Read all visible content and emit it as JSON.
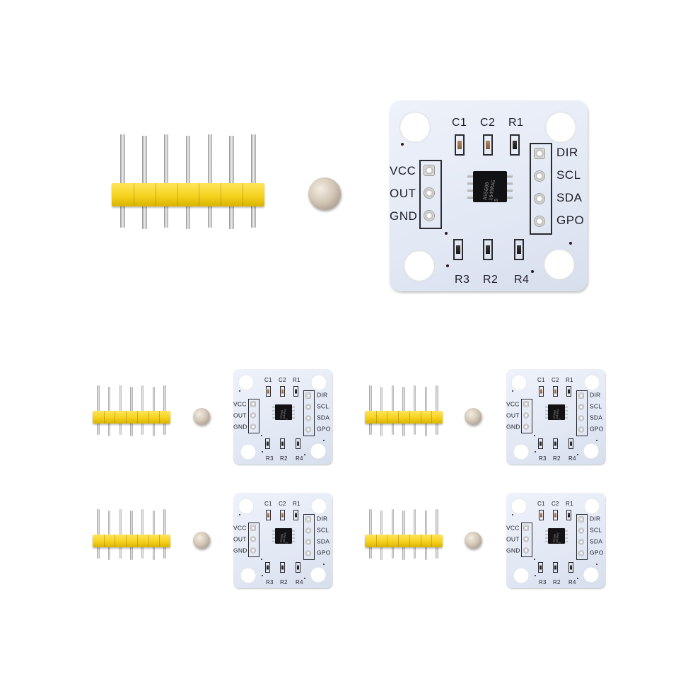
{
  "board_labels": {
    "c1": "C1",
    "c2": "C2",
    "r1": "R1",
    "r2": "R2",
    "r3": "R3",
    "r4": "R4",
    "vcc": "VCC",
    "out": "OUT",
    "gnd": "GND",
    "dir": "DIR",
    "scl": "SCL",
    "sda": "SDA",
    "gpo": "GPO"
  },
  "chip_marking": [
    "AS5600",
    "1649RAG",
    "D"
  ],
  "colors": {
    "board": "#e2e8f4",
    "silkscreen": "#1e1e28",
    "header_plastic": "#f6d21e",
    "chip": "#121214"
  },
  "kit_count": 5
}
